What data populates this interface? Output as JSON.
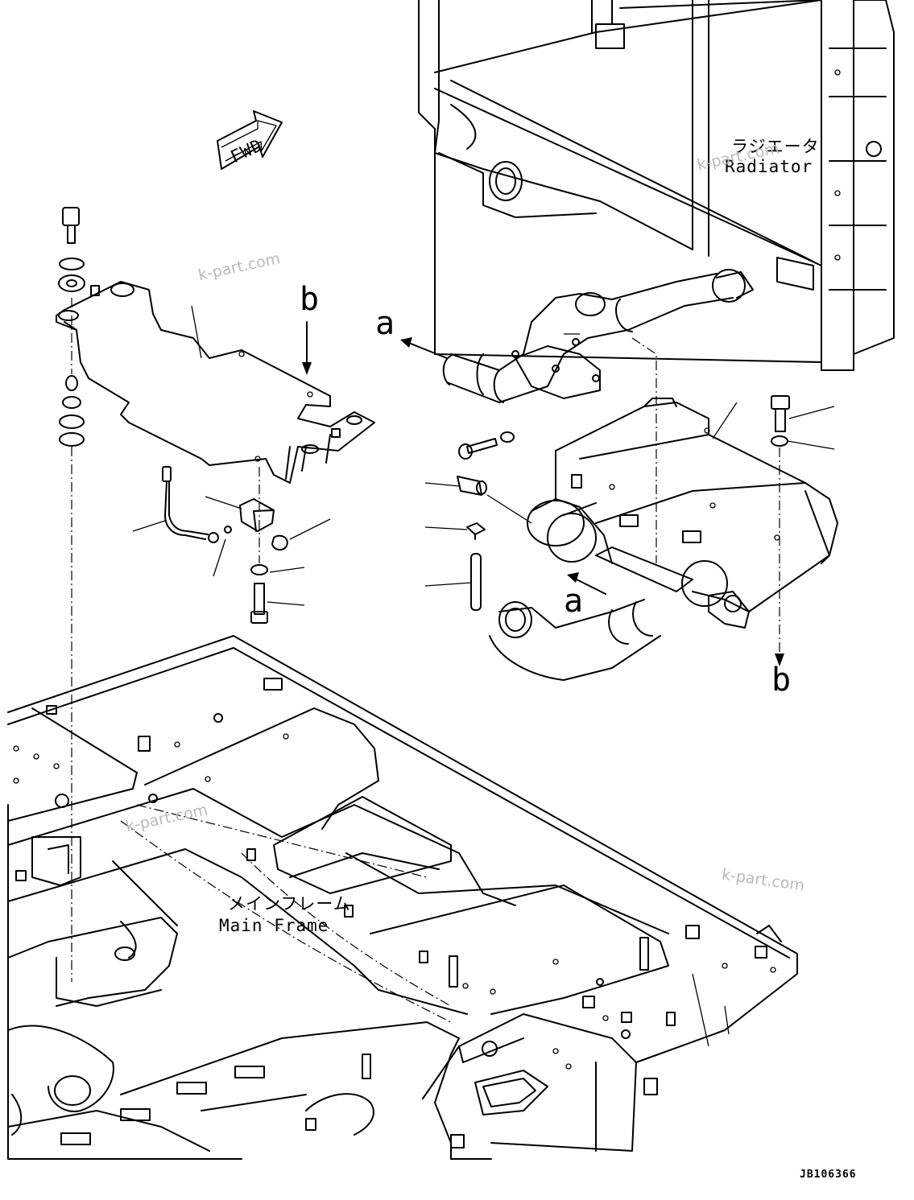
{
  "labels": {
    "fwd": "FWD",
    "radiator_jp": "ラジエータ",
    "radiator_en": "Radiator",
    "main_frame_jp": "メインフレーム",
    "main_frame_en": "Main Frame",
    "ref_a": "a",
    "ref_b": "b",
    "drawing_id": "JB106366"
  },
  "watermarks": [
    "k-part.com",
    "k-part.com",
    "k-part.com",
    "k-part.com"
  ]
}
